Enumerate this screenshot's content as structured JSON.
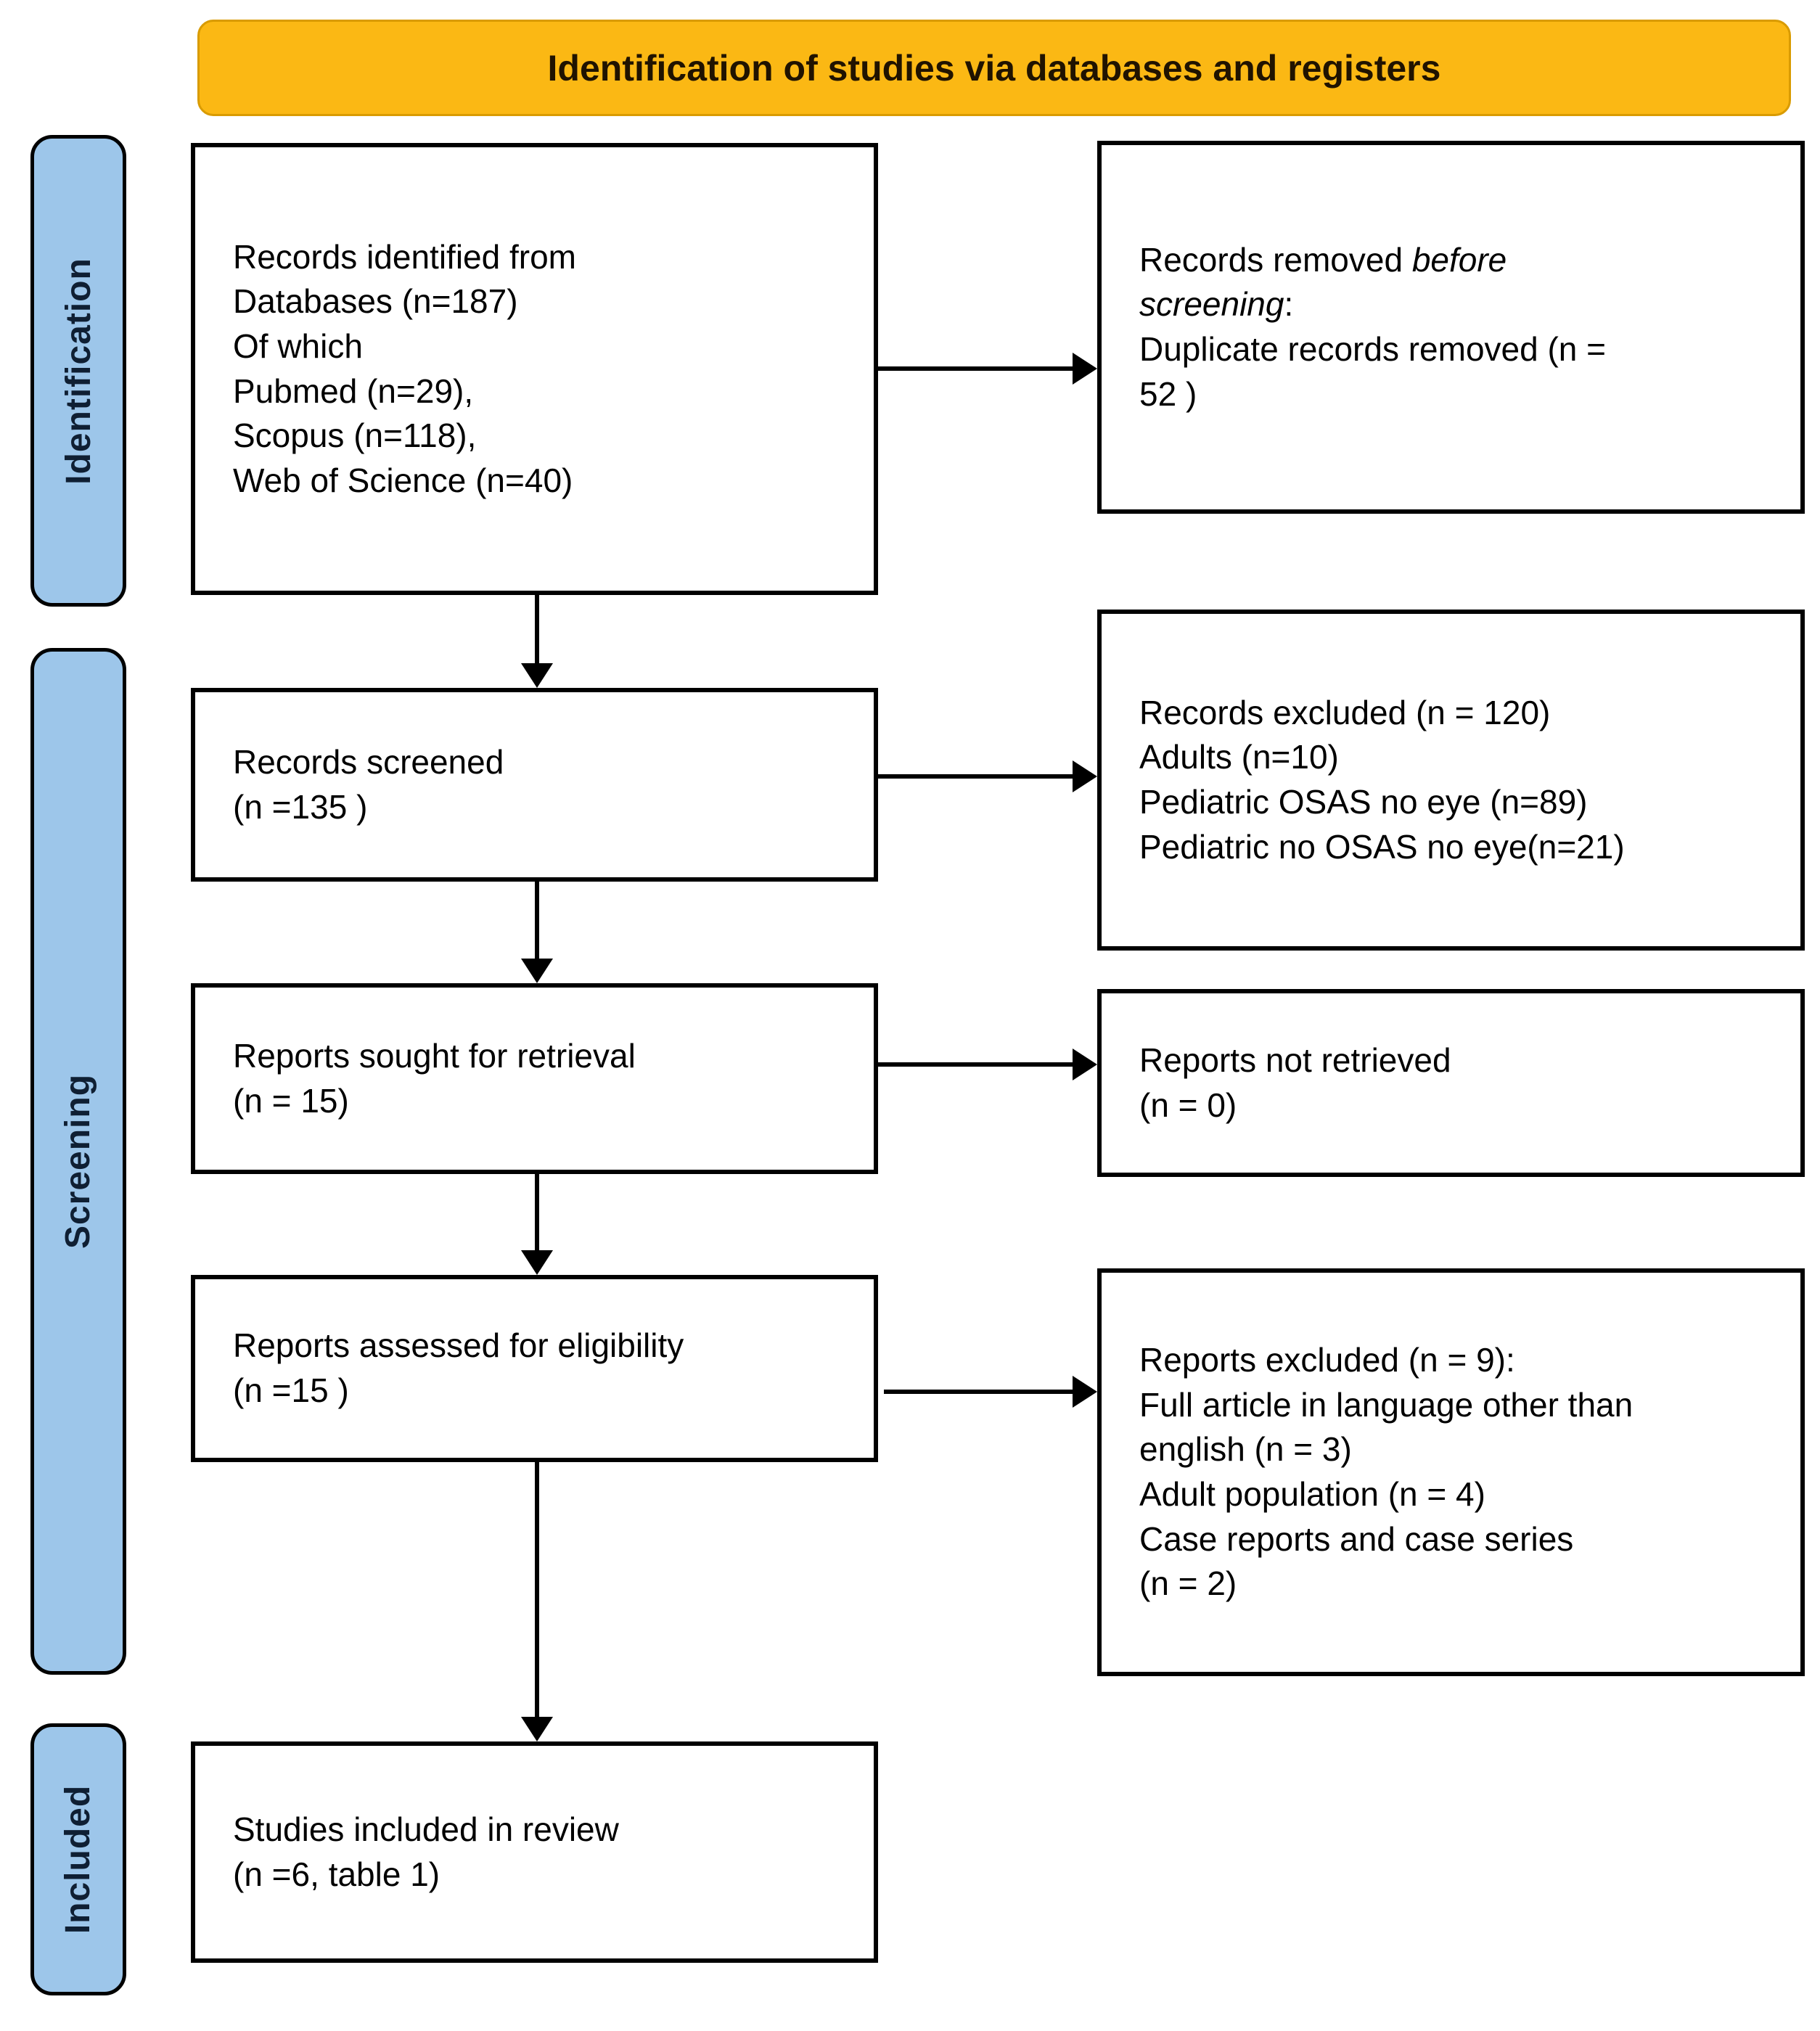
{
  "header": {
    "title": "Identification of studies via databases and registers"
  },
  "sidebar": {
    "identification": "Identification",
    "screening": "Screening",
    "included": "Included"
  },
  "boxes": {
    "records_identified": {
      "lines": [
        "Records identified from",
        "Databases (n=187)",
        "Of which",
        "Pubmed (n=29),",
        "Scopus (n=118),",
        "Web of Science (n=40)"
      ]
    },
    "records_removed": {
      "l1_normal": "Records removed ",
      "l1_italic": "before",
      "l2_italic": "screening",
      "l2_normal": ":",
      "l3": "Duplicate records removed (n =",
      "l4": "52 )"
    },
    "records_screened": {
      "lines": [
        "Records screened",
        "(n =135 )"
      ]
    },
    "records_excluded": {
      "lines": [
        "Records excluded (n = 120)",
        "Adults (n=10)",
        "Pediatric OSAS  no eye (n=89)",
        "Pediatric no OSAS  no eye(n=21)"
      ]
    },
    "reports_sought": {
      "lines": [
        "Reports sought for retrieval",
        "(n = 15)"
      ]
    },
    "reports_not_retrieved": {
      "lines": [
        "Reports not retrieved",
        "(n = 0)"
      ]
    },
    "reports_assessed": {
      "lines": [
        "Reports assessed for eligibility",
        "(n =15 )"
      ]
    },
    "reports_excluded": {
      "lines": [
        "Reports excluded (n = 9):",
        "Full article in language other than",
        "english (n = 3)",
        "Adult population (n = 4)",
        "Case reports and case series",
        "(n = 2)"
      ]
    },
    "studies_included": {
      "lines": [
        "Studies included in review",
        "(n =6, table 1)"
      ]
    }
  },
  "colors": {
    "header_bg": "#FBB814",
    "stage_bg": "#9DC6EA",
    "line_color": "#000000"
  }
}
